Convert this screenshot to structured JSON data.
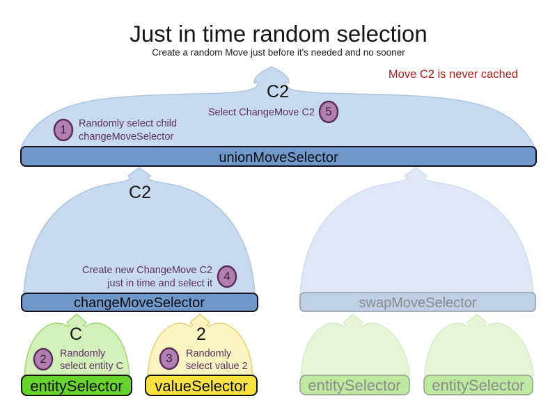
{
  "diagram": {
    "title": "Just in time random selection",
    "subtitle": "Create a random Move just before it's needed and no sooner",
    "note": "Move C2 is never cached"
  },
  "colors": {
    "note_red": "#b01e1e",
    "selector_bar_blue": "#7099ca",
    "arch_blue": "#c7daf0",
    "faded_bar_blue": "#bfcfe8",
    "faded_arch_blue": "#e0e8f6",
    "entity_green": "#66d42b",
    "value_yellow": "#f9e13f",
    "faded_bar_green": "#bde9a0",
    "arch_green": "#d4f0ba",
    "arch_yellow": "#faf3c2",
    "faded_arch_green": "#e5f5d6",
    "step_circle_purple": "#b27fb2",
    "annotation_purple": "#5c3163"
  },
  "selectors": {
    "union": {
      "label": "unionMoveSelector",
      "output": "C2"
    },
    "change": {
      "label": "changeMoveSelector",
      "output": "C2"
    },
    "swap": {
      "label": "swapMoveSelector"
    },
    "entity": {
      "label": "entitySelector",
      "output": "C"
    },
    "value": {
      "label": "valueSelector",
      "output": "2"
    },
    "faded_entity_left": {
      "label": "entitySelector"
    },
    "faded_entity_right": {
      "label": "entitySelector"
    }
  },
  "steps": [
    {
      "num": "1",
      "line1": "Randomly select child",
      "line2": "changeMoveSelector"
    },
    {
      "num": "2",
      "line1": "Randomly",
      "line2": "select entity C"
    },
    {
      "num": "3",
      "line1": "Randomly",
      "line2": "select value 2"
    },
    {
      "num": "4",
      "line1": "Create new ChangeMove C2",
      "line2": "just in time and select it"
    },
    {
      "num": "5",
      "line1": "Select ChangeMove C2"
    }
  ]
}
